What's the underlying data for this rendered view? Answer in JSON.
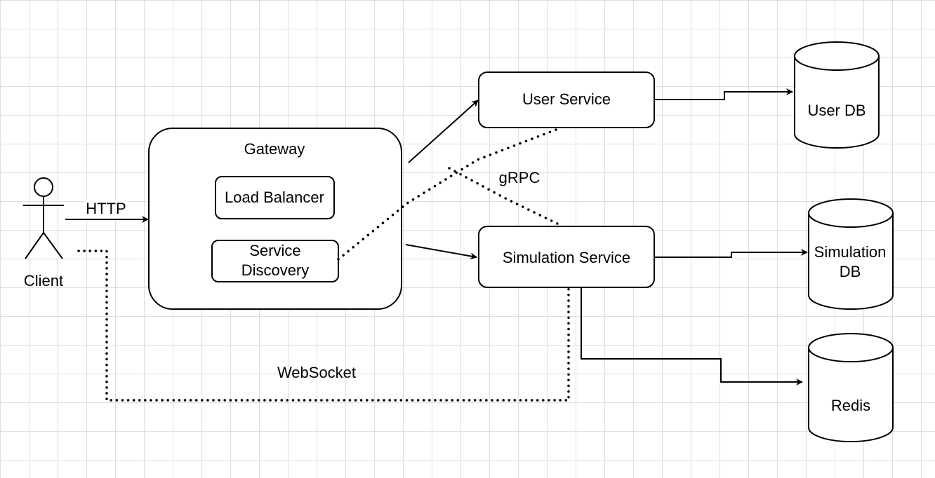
{
  "diagram": {
    "colors": {
      "stroke": "#000000",
      "fill": "#ffffff",
      "grid": "#dedede"
    },
    "actor": {
      "label": "Client",
      "icon": "stick-figure-icon"
    },
    "gateway": {
      "title": "Gateway",
      "load_balancer": "Load Balancer",
      "service_discovery_line1": "Service",
      "service_discovery_line2": "Discovery"
    },
    "services": {
      "user_service": "User Service",
      "simulation_service": "Simulation Service"
    },
    "databases": {
      "user_db": "User DB",
      "simulation_db_line1": "Simulation",
      "simulation_db_line2": "DB",
      "redis": "Redis"
    },
    "edges": {
      "http": "HTTP",
      "grpc": "gRPC",
      "websocket": "WebSocket"
    }
  }
}
